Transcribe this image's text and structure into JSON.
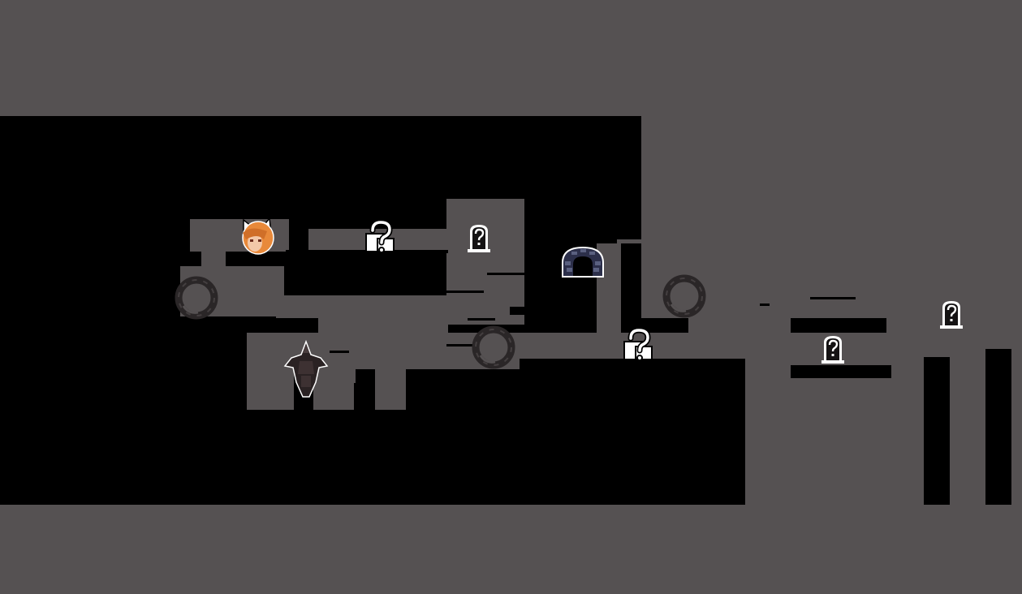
{
  "screen": "dungeon-map-overview",
  "palette": {
    "wall": "#555152",
    "void": "#000000",
    "floor": "#555152",
    "icon_white": "#ffffff",
    "icon_dark": "#1a1819",
    "player_hair": "#e8893a",
    "portal_dark": "#2a2627",
    "exit_stone": "#2c2f4a"
  },
  "map_markers": [
    {
      "type": "player",
      "icon": "fox-girl-portrait"
    },
    {
      "type": "unknown-event",
      "icon": "question-scroll-icon"
    },
    {
      "type": "unknown-event",
      "icon": "question-tablet-icon"
    },
    {
      "type": "dungeon-exit",
      "icon": "stone-archway-icon"
    },
    {
      "type": "warp-portal",
      "icon": "dark-ring-portal-icon"
    },
    {
      "type": "warp-portal",
      "icon": "dark-ring-portal-icon"
    },
    {
      "type": "warp-portal",
      "icon": "dark-ring-portal-icon"
    },
    {
      "type": "enemy",
      "icon": "armored-knight-icon"
    },
    {
      "type": "unknown-event",
      "icon": "question-scroll-icon"
    },
    {
      "type": "unknown-event",
      "icon": "question-tablet-icon"
    },
    {
      "type": "unknown-event",
      "icon": "question-tablet-icon"
    }
  ]
}
